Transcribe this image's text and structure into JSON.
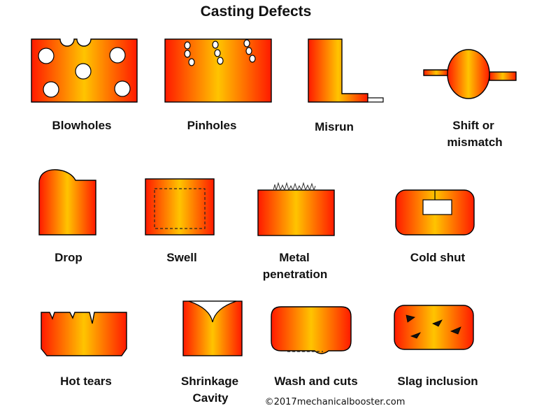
{
  "title": "Casting Defects",
  "copyright": "©2017mechanicalbooster.com",
  "colors": {
    "edge": "#ff1a00",
    "center": "#ffc400",
    "outline": "#000000"
  },
  "defects": [
    {
      "id": "blowholes",
      "lines": [
        "Blowholes"
      ]
    },
    {
      "id": "pinholes",
      "lines": [
        "Pinholes"
      ]
    },
    {
      "id": "misrun",
      "lines": [
        "Misrun"
      ]
    },
    {
      "id": "shift",
      "lines": [
        "Shift or",
        "mismatch"
      ]
    },
    {
      "id": "drop",
      "lines": [
        "Drop"
      ]
    },
    {
      "id": "swell",
      "lines": [
        "Swell"
      ]
    },
    {
      "id": "metal-penetration",
      "lines": [
        "Metal",
        "penetration"
      ]
    },
    {
      "id": "cold-shut",
      "lines": [
        "Cold shut"
      ]
    },
    {
      "id": "hot-tears",
      "lines": [
        "Hot tears"
      ]
    },
    {
      "id": "shrinkage-cavity",
      "lines": [
        "Shrinkage",
        "Cavity"
      ]
    },
    {
      "id": "wash-and-cuts",
      "lines": [
        "Wash and cuts"
      ]
    },
    {
      "id": "slag-inclusion",
      "lines": [
        "Slag inclusion"
      ]
    }
  ]
}
